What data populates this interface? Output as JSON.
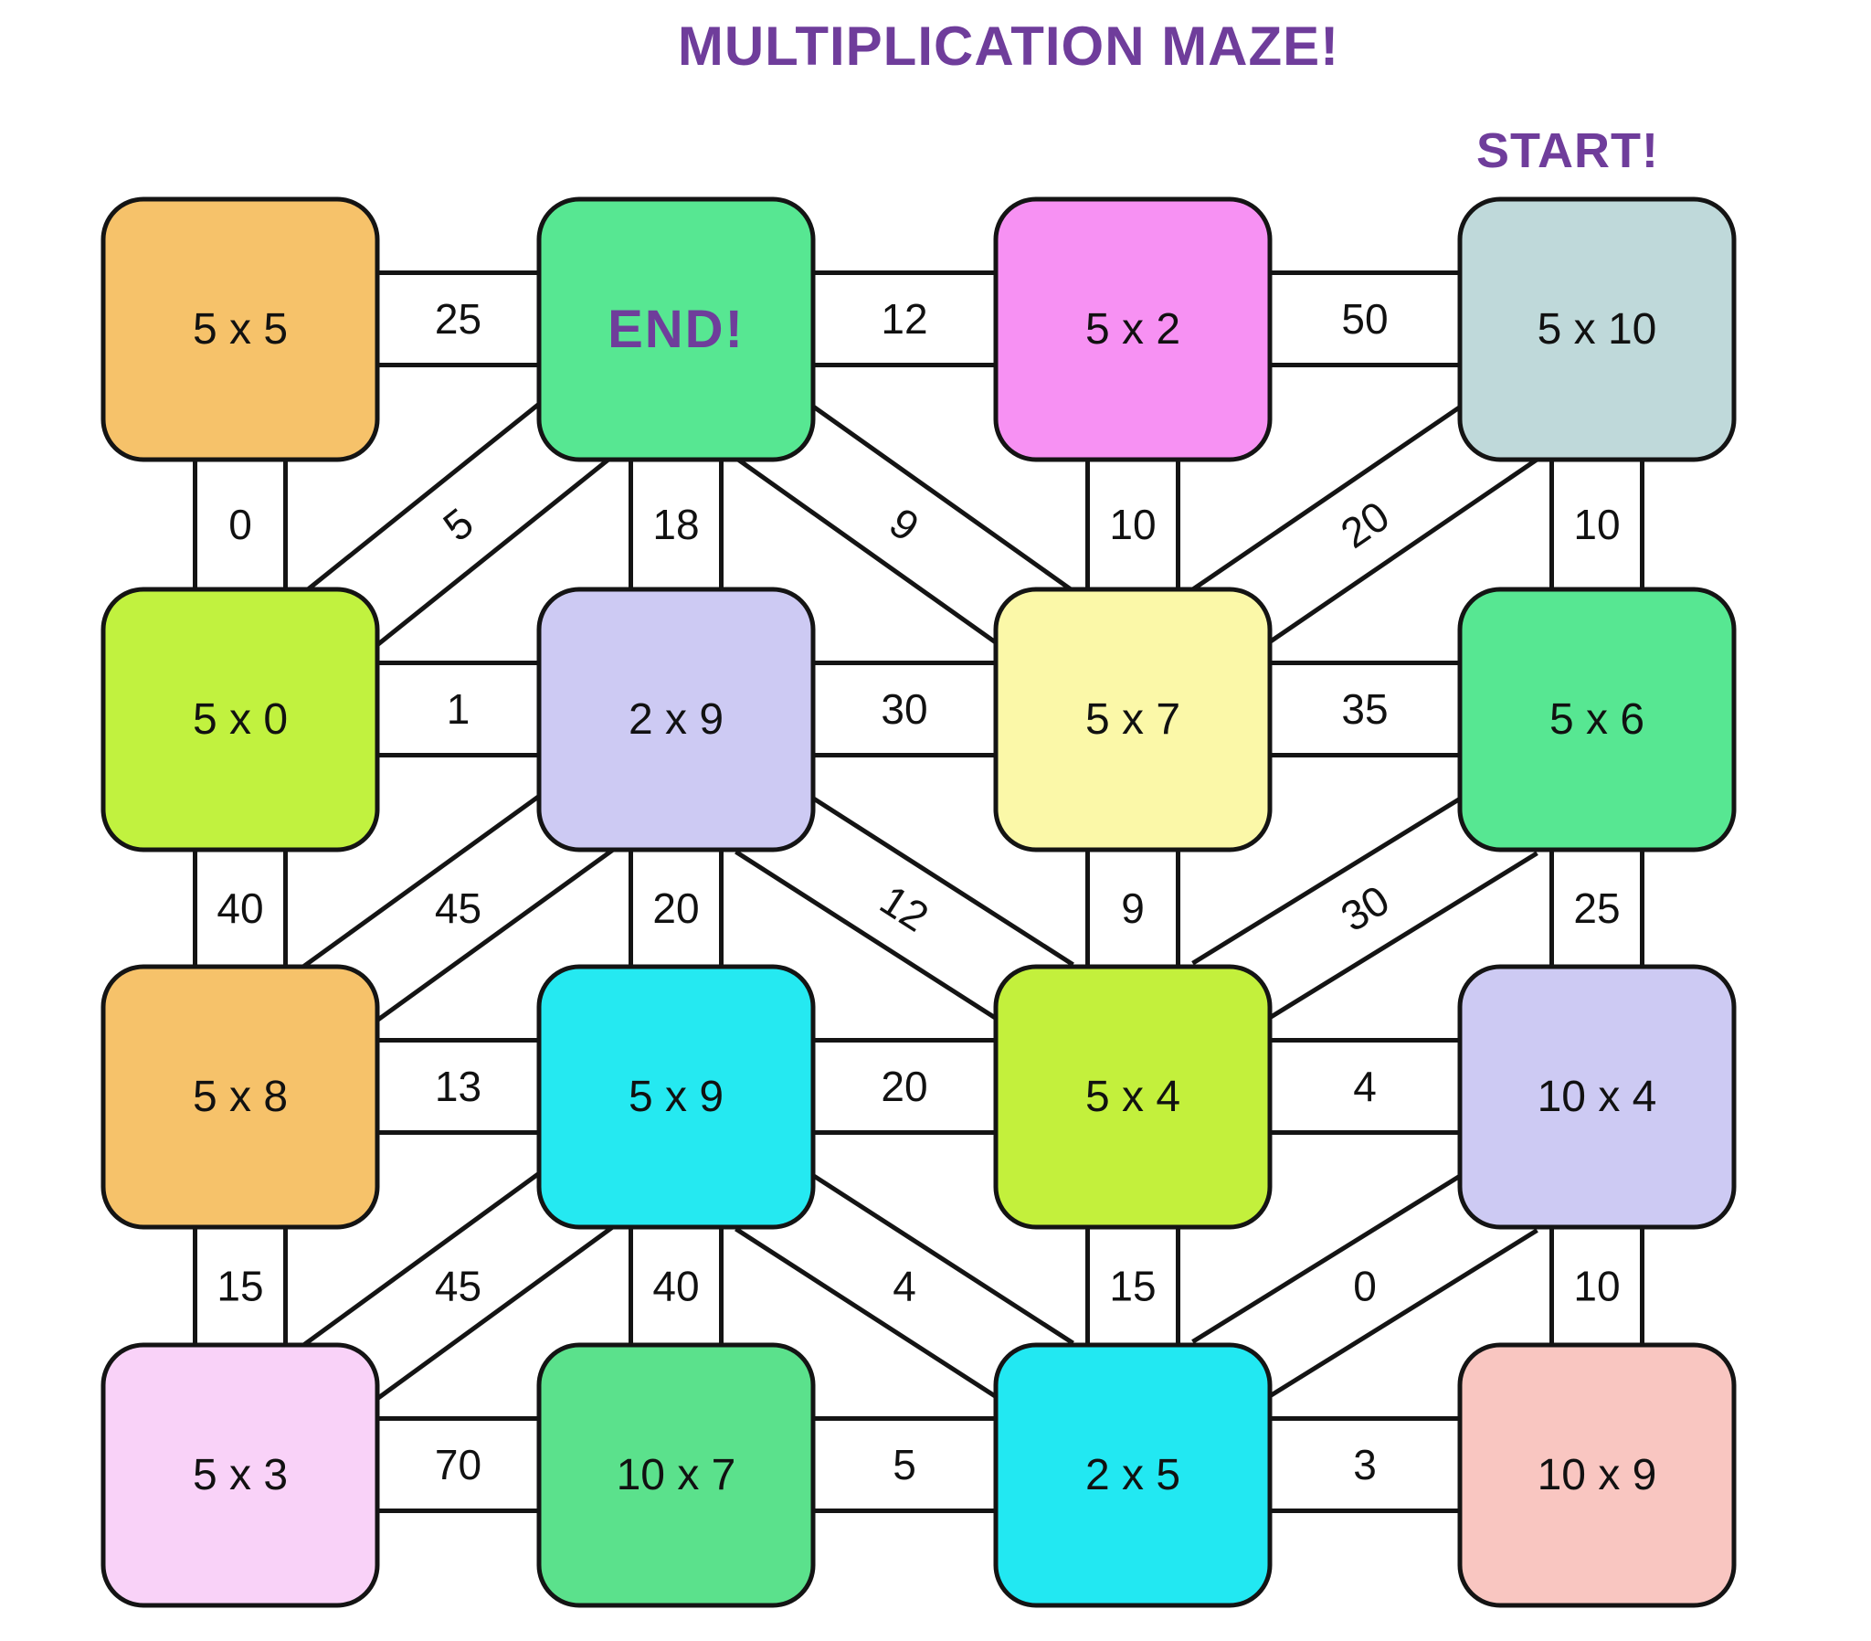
{
  "title": "MULTIPLICATION MAZE!",
  "start_label": "START!",
  "theme": {
    "title_color": "#6F3D9B",
    "line_color": "#141414",
    "path_fill": "#FFFFFF",
    "background": "#FFFFFF",
    "box_text_color": "#111111",
    "end_text_color": "#6F3D9B"
  },
  "boxes": [
    {
      "row": 0,
      "col": 0,
      "label": "5 x 5",
      "color": "#F6C26A"
    },
    {
      "row": 0,
      "col": 1,
      "label": "END!",
      "color": "#57E792",
      "is_end": true
    },
    {
      "row": 0,
      "col": 2,
      "label": "5 x 2",
      "color": "#F791F3"
    },
    {
      "row": 0,
      "col": 3,
      "label": "5 x 10",
      "color": "#BFD9DA",
      "is_start": true
    },
    {
      "row": 1,
      "col": 0,
      "label": "5 x 0",
      "color": "#C1F23F"
    },
    {
      "row": 1,
      "col": 1,
      "label": "2 x 9",
      "color": "#CDCAF3"
    },
    {
      "row": 1,
      "col": 2,
      "label": "5 x 7",
      "color": "#FBF8A8"
    },
    {
      "row": 1,
      "col": 3,
      "label": "5 x 6",
      "color": "#57E792"
    },
    {
      "row": 2,
      "col": 0,
      "label": "5 x 8",
      "color": "#F6C26A"
    },
    {
      "row": 2,
      "col": 1,
      "label": "5 x 9",
      "color": "#25E9F1"
    },
    {
      "row": 2,
      "col": 2,
      "label": "5 x 4",
      "color": "#C3F03C"
    },
    {
      "row": 2,
      "col": 3,
      "label": "10 x 4",
      "color": "#CDCAF3"
    },
    {
      "row": 3,
      "col": 0,
      "label": "5 x 3",
      "color": "#F9D2F8"
    },
    {
      "row": 3,
      "col": 1,
      "label": "10 x 7",
      "color": "#5BE18C"
    },
    {
      "row": 3,
      "col": 2,
      "label": "2 x 5",
      "color": "#22E8F2"
    },
    {
      "row": 3,
      "col": 3,
      "label": "10 x 9",
      "color": "#F9C6C1"
    }
  ],
  "connections": [
    {
      "type": "h",
      "row": 0,
      "col": 0,
      "label": "25"
    },
    {
      "type": "h",
      "row": 0,
      "col": 1,
      "label": "12"
    },
    {
      "type": "h",
      "row": 0,
      "col": 2,
      "label": "50"
    },
    {
      "type": "h",
      "row": 1,
      "col": 0,
      "label": "1"
    },
    {
      "type": "h",
      "row": 1,
      "col": 1,
      "label": "30"
    },
    {
      "type": "h",
      "row": 1,
      "col": 2,
      "label": "35"
    },
    {
      "type": "h",
      "row": 2,
      "col": 0,
      "label": "13"
    },
    {
      "type": "h",
      "row": 2,
      "col": 1,
      "label": "20"
    },
    {
      "type": "h",
      "row": 2,
      "col": 2,
      "label": "4"
    },
    {
      "type": "h",
      "row": 3,
      "col": 0,
      "label": "70"
    },
    {
      "type": "h",
      "row": 3,
      "col": 1,
      "label": "5"
    },
    {
      "type": "h",
      "row": 3,
      "col": 2,
      "label": "3"
    },
    {
      "type": "v",
      "row": 0,
      "col": 0,
      "label": "0"
    },
    {
      "type": "v",
      "row": 0,
      "col": 1,
      "label": "18"
    },
    {
      "type": "v",
      "row": 0,
      "col": 2,
      "label": "10"
    },
    {
      "type": "v",
      "row": 0,
      "col": 3,
      "label": "10"
    },
    {
      "type": "v",
      "row": 1,
      "col": 0,
      "label": "40"
    },
    {
      "type": "v",
      "row": 1,
      "col": 1,
      "label": "20"
    },
    {
      "type": "v",
      "row": 1,
      "col": 2,
      "label": "9"
    },
    {
      "type": "v",
      "row": 1,
      "col": 3,
      "label": "25"
    },
    {
      "type": "v",
      "row": 2,
      "col": 0,
      "label": "15"
    },
    {
      "type": "v",
      "row": 2,
      "col": 1,
      "label": "40"
    },
    {
      "type": "v",
      "row": 2,
      "col": 2,
      "label": "15"
    },
    {
      "type": "v",
      "row": 2,
      "col": 3,
      "label": "10"
    },
    {
      "type": "du",
      "row": 0,
      "col": 0,
      "label": "5",
      "rotated": true
    },
    {
      "type": "dd",
      "row": 0,
      "col": 1,
      "label": "9",
      "rotated": true
    },
    {
      "type": "du",
      "row": 0,
      "col": 2,
      "label": "20",
      "rotated": true
    },
    {
      "type": "du",
      "row": 1,
      "col": 0,
      "label": "45",
      "rotated": false
    },
    {
      "type": "dd",
      "row": 1,
      "col": 1,
      "label": "12",
      "rotated": true
    },
    {
      "type": "du",
      "row": 1,
      "col": 2,
      "label": "30",
      "rotated": true
    },
    {
      "type": "du",
      "row": 2,
      "col": 0,
      "label": "45",
      "rotated": false
    },
    {
      "type": "dd",
      "row": 2,
      "col": 1,
      "label": "4",
      "rotated": false
    },
    {
      "type": "du",
      "row": 2,
      "col": 2,
      "label": "0",
      "rotated": false
    }
  ]
}
